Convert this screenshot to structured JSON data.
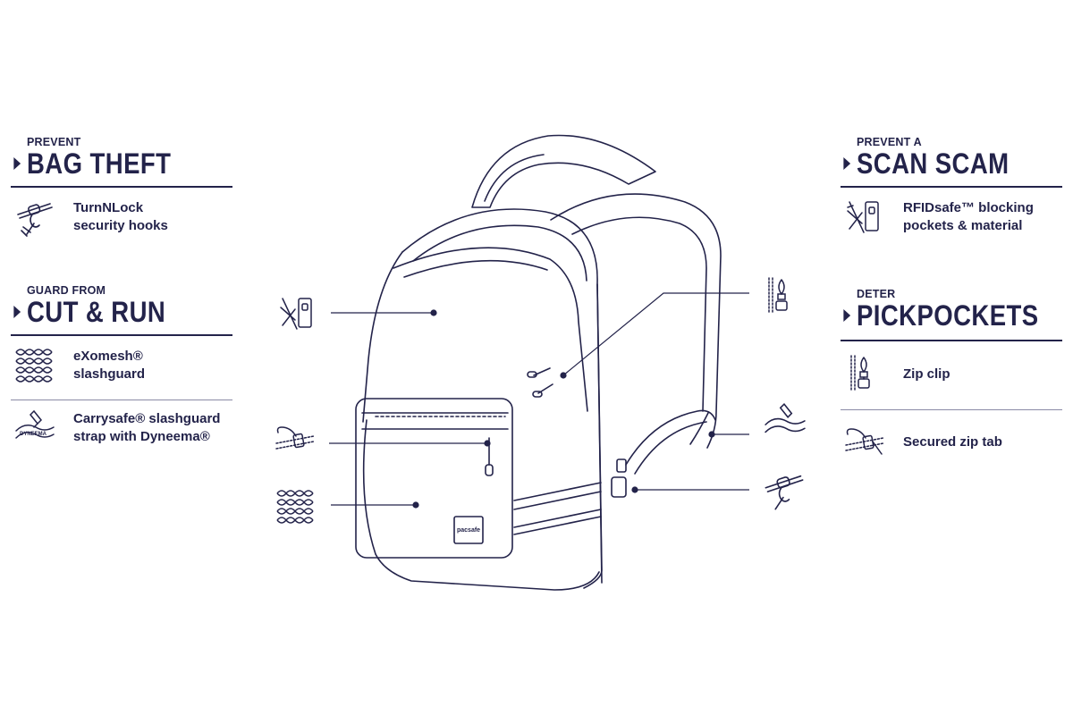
{
  "left": {
    "bag_theft": {
      "kicker": "PREVENT",
      "headline": "BAG THEFT",
      "features": [
        {
          "line1": "TurnNLock",
          "line2": "security hooks",
          "icon": "security-hook-icon"
        }
      ]
    },
    "cut_run": {
      "kicker": "GUARD FROM",
      "headline": "CUT & RUN",
      "features": [
        {
          "line1": "eXomesh®",
          "line2": "slashguard",
          "icon": "mesh-icon"
        },
        {
          "line1": "Carrysafe® slashguard",
          "line2": "strap with Dyneema®",
          "icon": "strap-icon"
        }
      ]
    }
  },
  "right": {
    "scan_scam": {
      "kicker": "PREVENT A",
      "headline": "SCAN SCAM",
      "features": [
        {
          "line1": "RFIDsafe™ blocking",
          "line2": "pockets & material",
          "icon": "rfid-icon"
        }
      ]
    },
    "pickpockets": {
      "kicker": "DETER",
      "headline": "PICKPOCKETS",
      "features": [
        {
          "line1": "Zip clip",
          "line2": "",
          "icon": "zip-clip-icon"
        },
        {
          "line1": "Secured zip tab",
          "line2": "",
          "icon": "zip-tab-icon"
        }
      ]
    }
  },
  "bag": {
    "logo_text": "pacsafe",
    "strap_tag": "DYNEEMA"
  },
  "colors": {
    "ink": "#23234a",
    "rule_thin": "#8a8aa6",
    "background": "#ffffff"
  }
}
